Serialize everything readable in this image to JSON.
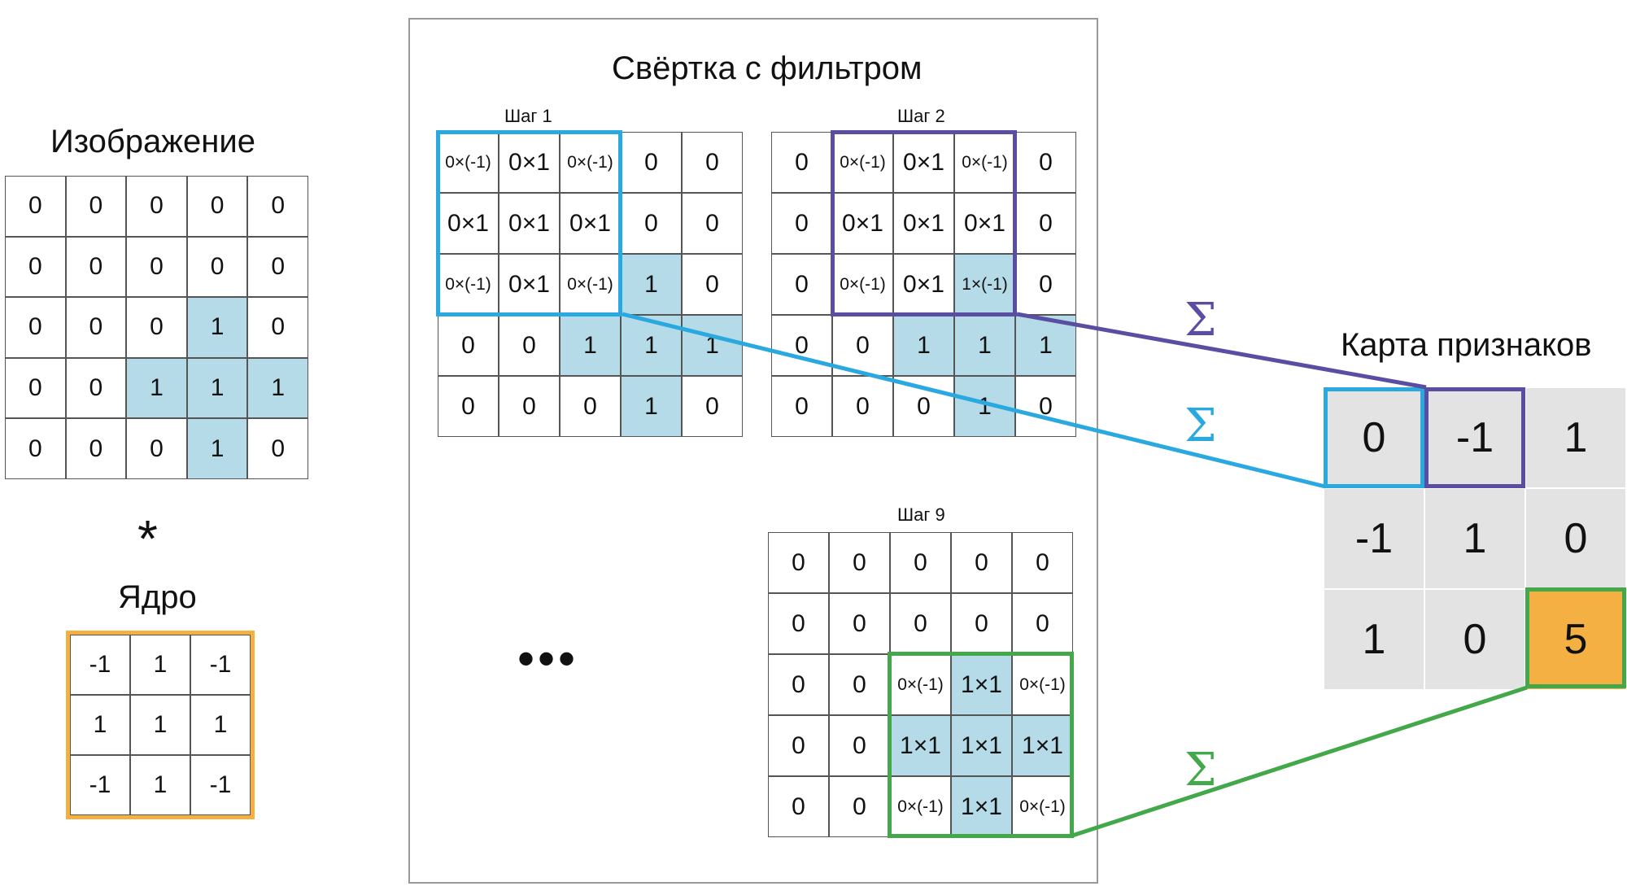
{
  "image_title": "Изображение",
  "kernel_title": "Ядро",
  "conv_title": "Свёртка с фильтром",
  "feature_map_title": "Карта признаков",
  "operator": "*",
  "ellipsis": "•••",
  "sum_symbol": "Σ",
  "colors": {
    "highlight": "#b4dbe7",
    "step1": "#2aa8e0",
    "step2": "#5a4ea3",
    "step9": "#42a84a",
    "kernel": "#f4b042",
    "result": "#f4b042",
    "map_cell": "#e3e3e3"
  },
  "image": {
    "rows": [
      [
        "0",
        "0",
        "0",
        "0",
        "0"
      ],
      [
        "0",
        "0",
        "0",
        "0",
        "0"
      ],
      [
        "0",
        "0",
        "0",
        "1",
        "0"
      ],
      [
        "0",
        "0",
        "1",
        "1",
        "1"
      ],
      [
        "0",
        "0",
        "0",
        "1",
        "0"
      ]
    ],
    "highlight": [
      [
        2,
        3
      ],
      [
        3,
        2
      ],
      [
        3,
        3
      ],
      [
        3,
        4
      ],
      [
        4,
        3
      ]
    ]
  },
  "kernel": {
    "rows": [
      [
        "-1",
        "1",
        "-1"
      ],
      [
        "1",
        "1",
        "1"
      ],
      [
        "-1",
        "1",
        "-1"
      ]
    ]
  },
  "steps": [
    {
      "label": "Шаг 1",
      "rows": [
        [
          "0×(-1)",
          "0×1",
          "0×(-1)",
          "0",
          "0"
        ],
        [
          "0×1",
          "0×1",
          "0×1",
          "0",
          "0"
        ],
        [
          "0×(-1)",
          "0×1",
          "0×(-1)",
          "1",
          "0"
        ],
        [
          "0",
          "0",
          "1",
          "1",
          "1"
        ],
        [
          "0",
          "0",
          "0",
          "1",
          "0"
        ]
      ],
      "highlight": [
        [
          2,
          3
        ],
        [
          3,
          2
        ],
        [
          3,
          3
        ],
        [
          3,
          4
        ],
        [
          4,
          3
        ]
      ],
      "window": [
        0,
        0
      ]
    },
    {
      "label": "Шаг 2",
      "rows": [
        [
          "0",
          "0×(-1)",
          "0×1",
          "0×(-1)",
          "0"
        ],
        [
          "0",
          "0×1",
          "0×1",
          "0×1",
          "0"
        ],
        [
          "0",
          "0×(-1)",
          "0×1",
          "1×(-1)",
          "0"
        ],
        [
          "0",
          "0",
          "1",
          "1",
          "1"
        ],
        [
          "0",
          "0",
          "0",
          "1",
          "0"
        ]
      ],
      "highlight": [
        [
          2,
          3
        ],
        [
          3,
          2
        ],
        [
          3,
          3
        ],
        [
          3,
          4
        ],
        [
          4,
          3
        ]
      ],
      "window": [
        0,
        1
      ]
    },
    {
      "label": "Шаг 9",
      "rows": [
        [
          "0",
          "0",
          "0",
          "0",
          "0"
        ],
        [
          "0",
          "0",
          "0",
          "0",
          "0"
        ],
        [
          "0",
          "0",
          "0×(-1)",
          "1×1",
          "0×(-1)"
        ],
        [
          "0",
          "0",
          "1×1",
          "1×1",
          "1×1"
        ],
        [
          "0",
          "0",
          "0×(-1)",
          "1×1",
          "0×(-1)"
        ]
      ],
      "highlight": [
        [
          2,
          3
        ],
        [
          3,
          2
        ],
        [
          3,
          3
        ],
        [
          3,
          4
        ],
        [
          4,
          3
        ]
      ],
      "window": [
        2,
        2
      ]
    }
  ],
  "feature_map": {
    "rows": [
      [
        "0",
        "-1",
        "1"
      ],
      [
        "-1",
        "1",
        "0"
      ],
      [
        "1",
        "0",
        "5"
      ]
    ]
  }
}
